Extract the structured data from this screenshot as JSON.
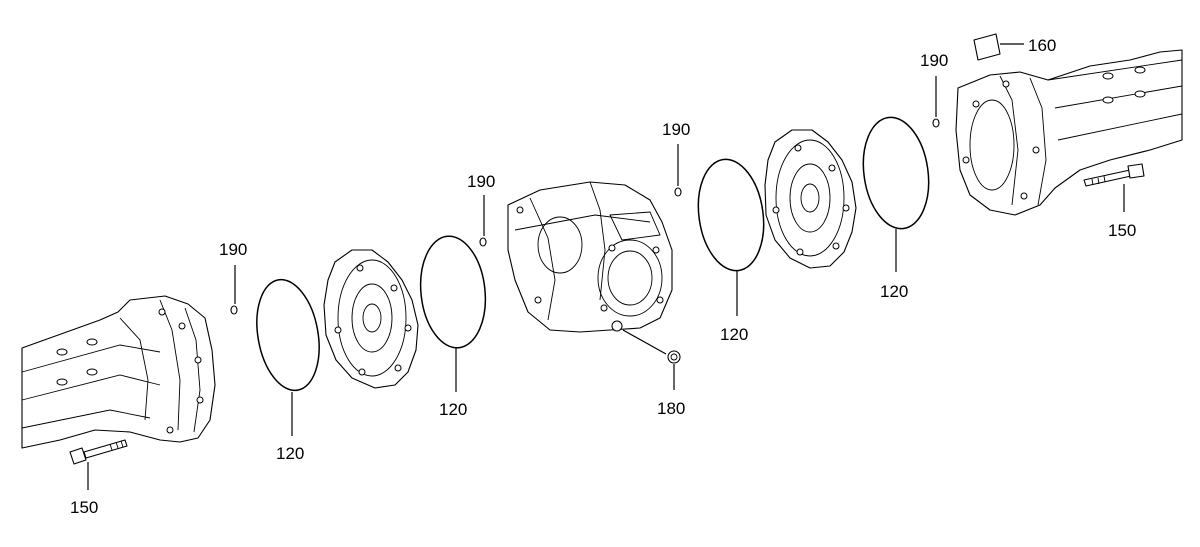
{
  "callouts": [
    {
      "id": "c150-left",
      "text": "150"
    },
    {
      "id": "c190-a",
      "text": "190"
    },
    {
      "id": "c120-a",
      "text": "120"
    },
    {
      "id": "c190-b",
      "text": "190"
    },
    {
      "id": "c120-b",
      "text": "120"
    },
    {
      "id": "c180",
      "text": "180"
    },
    {
      "id": "c190-c",
      "text": "190"
    },
    {
      "id": "c120-c",
      "text": "120"
    },
    {
      "id": "c120-d",
      "text": "120"
    },
    {
      "id": "c190-d",
      "text": "190"
    },
    {
      "id": "c160",
      "text": "160"
    },
    {
      "id": "c150-right",
      "text": "150"
    }
  ]
}
